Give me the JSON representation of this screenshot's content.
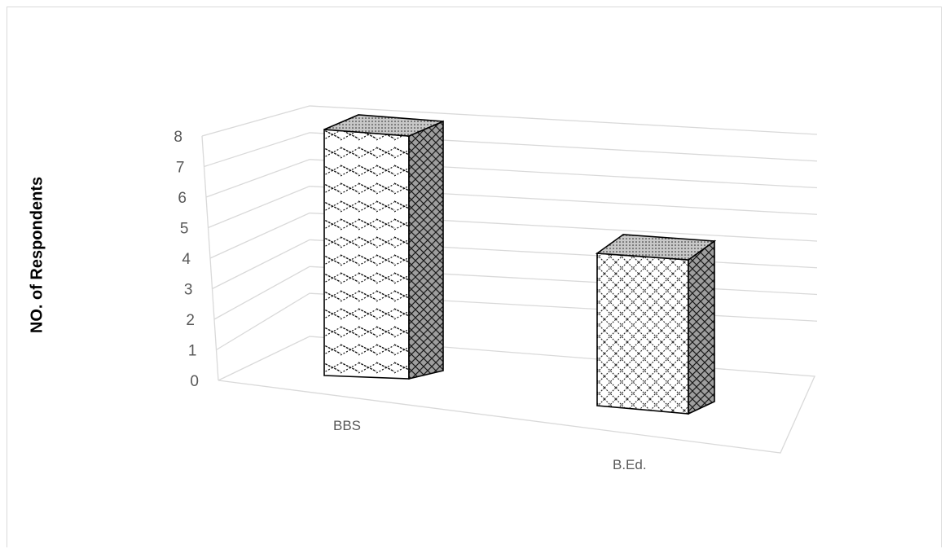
{
  "chart_data": {
    "type": "bar",
    "title": "",
    "xlabel": "",
    "ylabel": "NO. of Respondents",
    "categories": [
      "BBS",
      "B.Ed."
    ],
    "values": [
      8,
      5
    ],
    "ylim": [
      0,
      8
    ],
    "yticks": [
      "0",
      "1",
      "2",
      "3",
      "4",
      "5",
      "6",
      "7",
      "8"
    ],
    "grid": true,
    "legend": "none",
    "style": "3d-column"
  },
  "colors": {
    "gridline": "#d9d9d9",
    "tick_text": "#595959",
    "bar_outline": "#000000",
    "bar_fill": "#ffffff",
    "bar_side": "#9e9e9e",
    "bar_top": "#bfbfbf"
  }
}
